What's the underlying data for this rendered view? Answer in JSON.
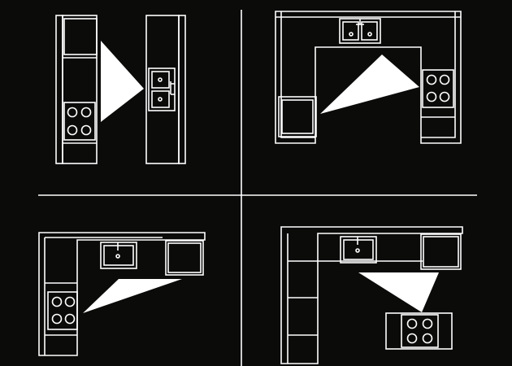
{
  "colors": {
    "background": "#0b0b0a",
    "line": "#ffffff",
    "triangle_fill": "#ffffff"
  },
  "layouts": [
    {
      "layout": "galley",
      "appliances": [
        "wall-cabinet",
        "cooktop",
        "double-sink"
      ]
    },
    {
      "layout": "u-shaped",
      "appliances": [
        "double-sink",
        "cooktop",
        "refrigerator"
      ]
    },
    {
      "layout": "l-shaped",
      "appliances": [
        "single-sink",
        "cooktop",
        "refrigerator"
      ]
    },
    {
      "layout": "l-shaped-with-island",
      "appliances": [
        "single-sink",
        "refrigerator",
        "island-cooktop"
      ]
    }
  ]
}
